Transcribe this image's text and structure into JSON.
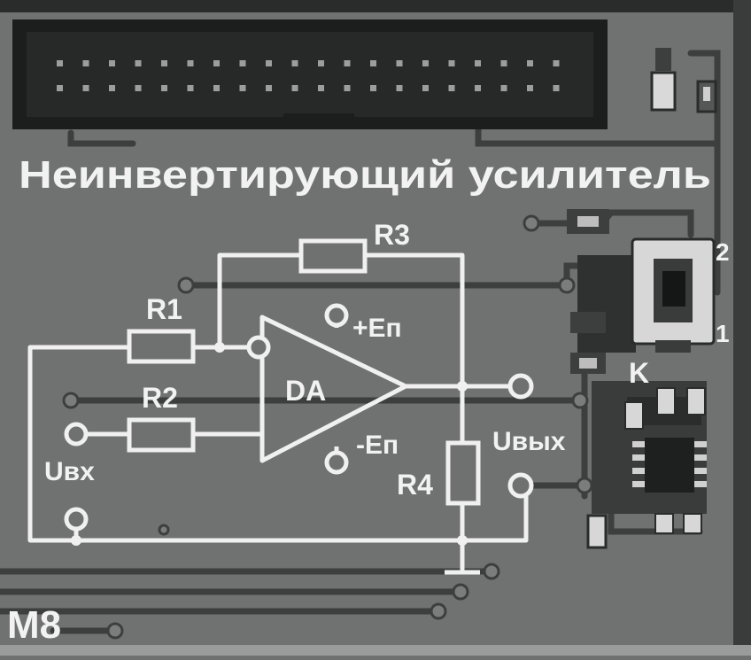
{
  "board": {
    "title": "Неинвертирующий усилитель",
    "module_id": "М8"
  },
  "components": {
    "r1": "R1",
    "r2": "R2",
    "r3": "R3",
    "r4": "R4",
    "opamp": "DA"
  },
  "terminals": {
    "pos_supply": "+Eп",
    "neg_supply": "-Eп",
    "input": "Uвх",
    "output": "Uвых"
  },
  "switch": {
    "label": "K",
    "position_1": "1",
    "position_2": "2"
  },
  "colors": {
    "board": "#6f7170",
    "silkscreen": "#f2f2f2",
    "copper_trace": "#3e3f3f",
    "connector": "#1d1e1e"
  }
}
